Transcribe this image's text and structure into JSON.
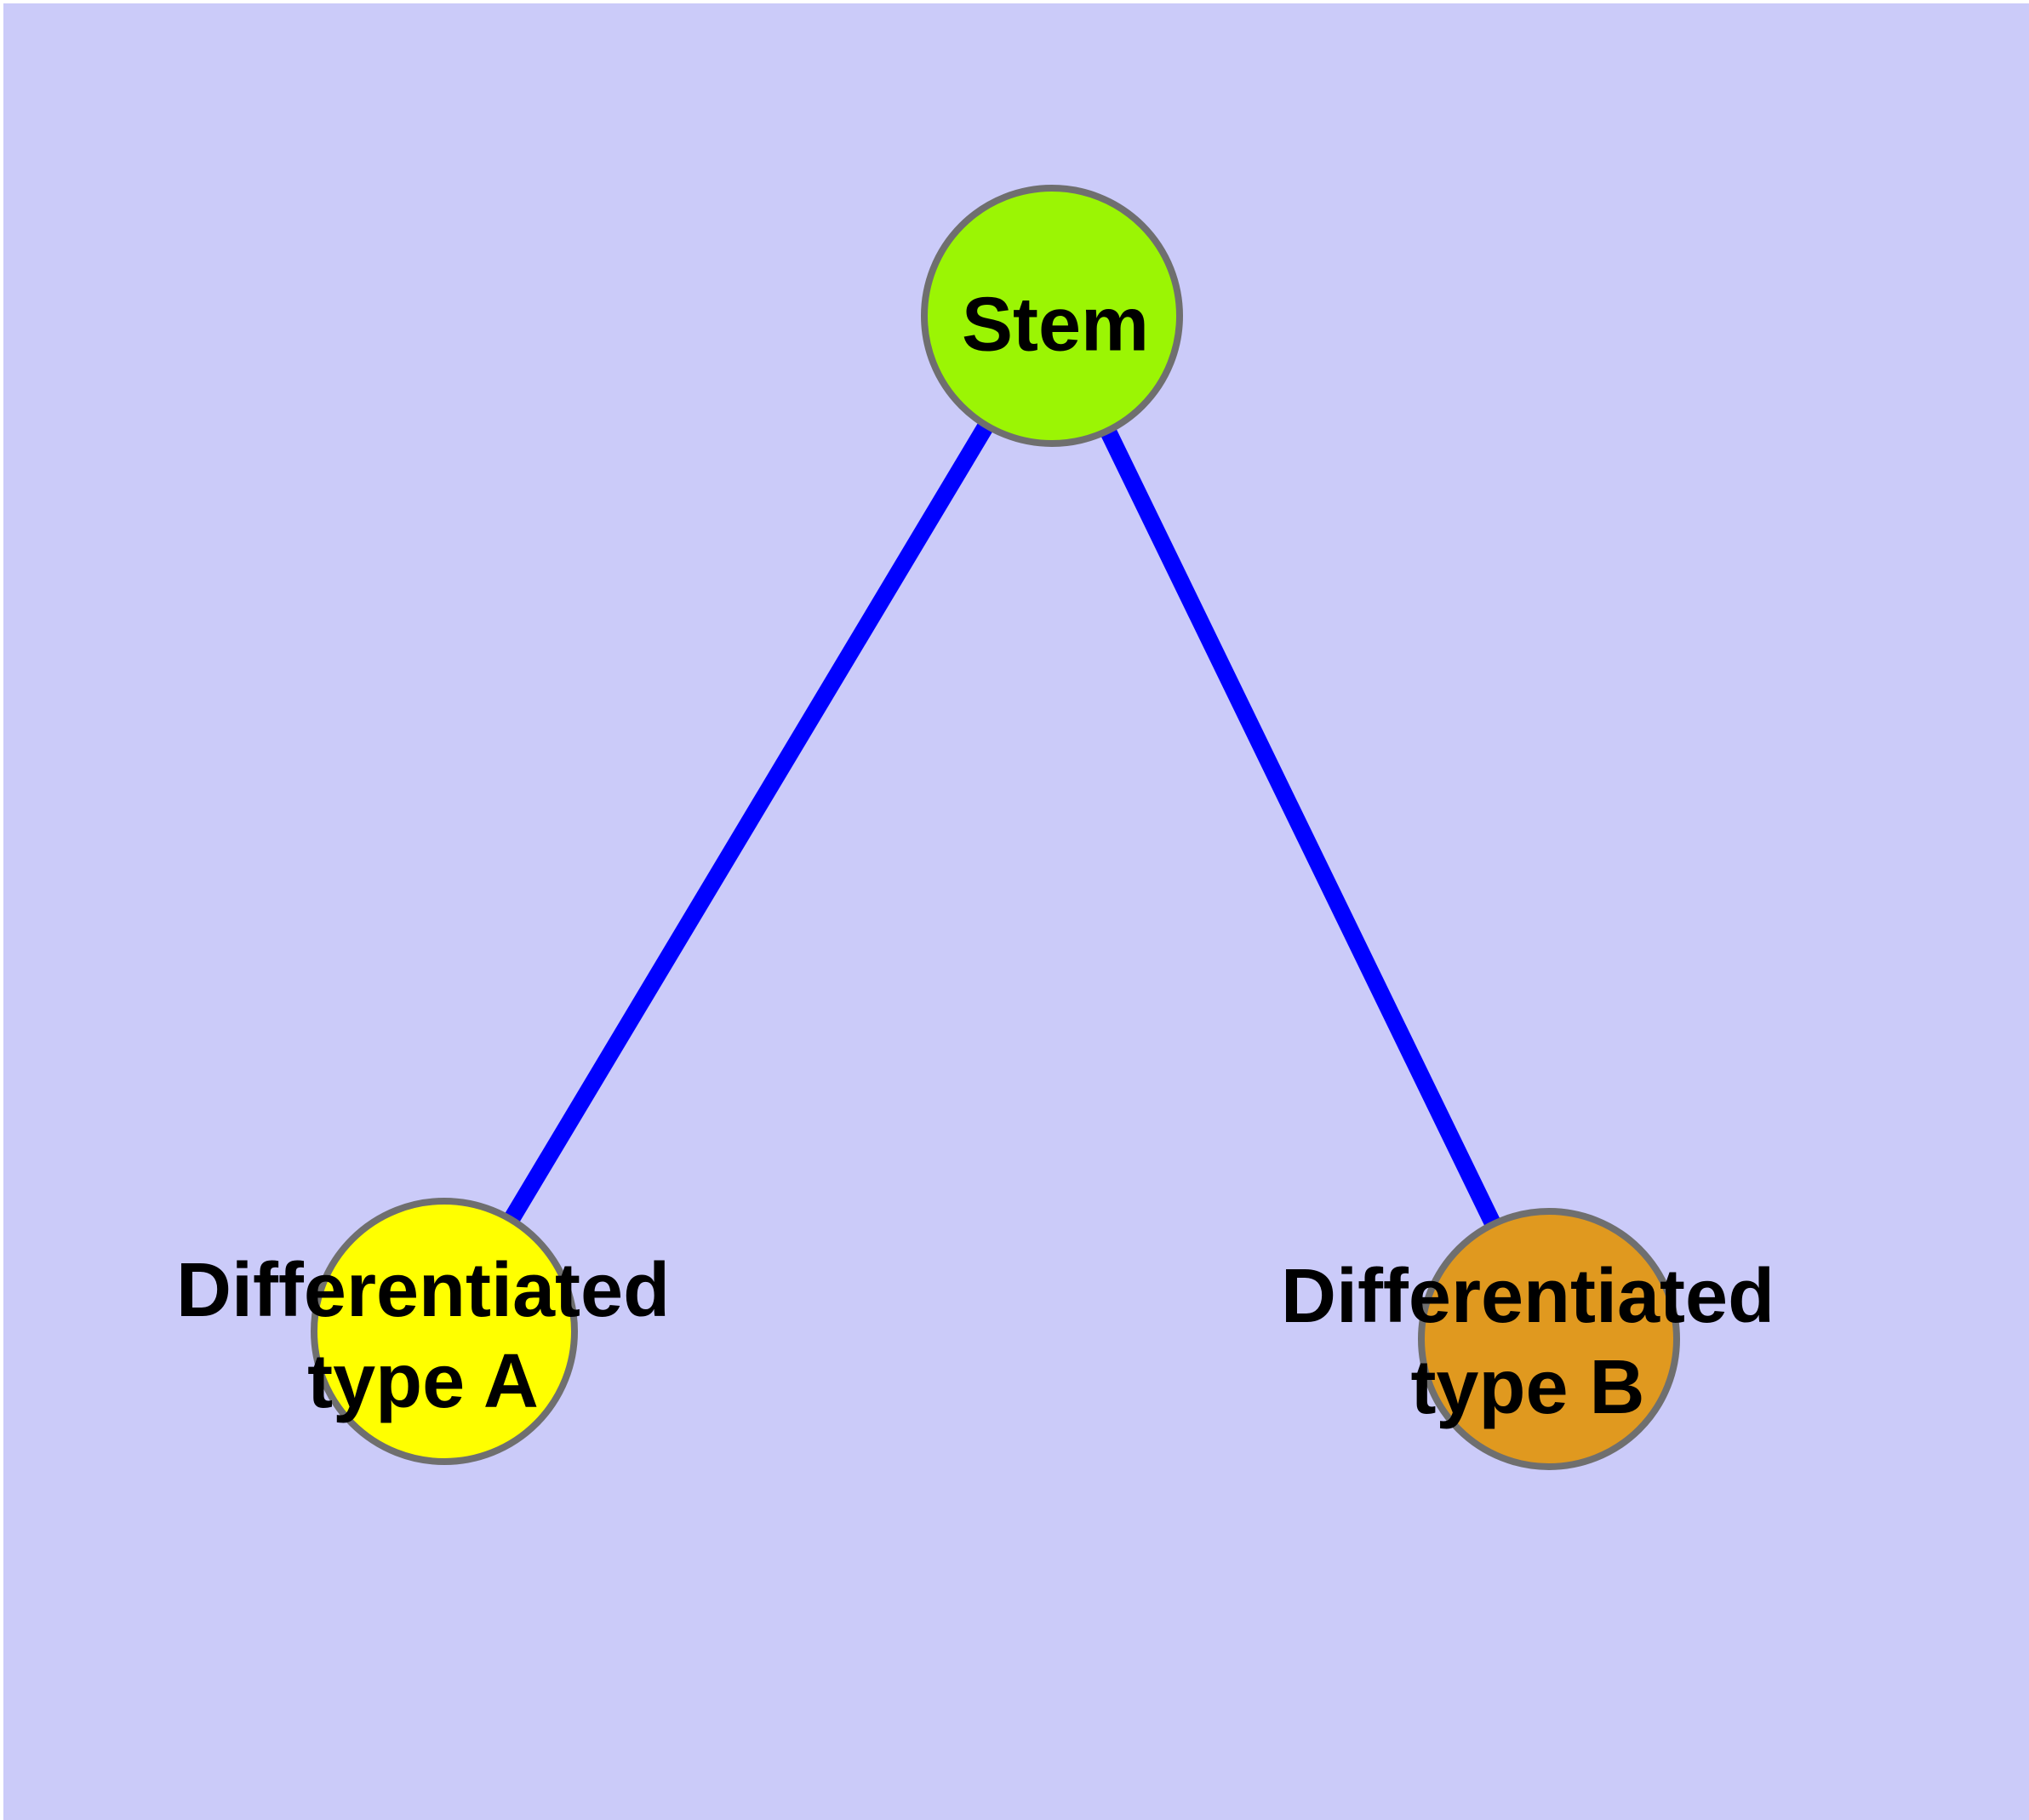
{
  "diagram": {
    "background_color": "#CBCBF9",
    "node_border_color": "#6F6F6F",
    "edge_color": "#0000FF",
    "text_color": "#000000",
    "nodes": [
      {
        "id": "stem",
        "label": "Stem",
        "fill": "#9BF504"
      },
      {
        "id": "differentiated-type-a",
        "label": "Differentiated\ntype A",
        "fill": "#FFFF00"
      },
      {
        "id": "differentiated-type-b",
        "label": "Differentiated\ntype B",
        "fill": "#E0991F"
      }
    ],
    "edges": [
      {
        "from": "stem",
        "to": "differentiated-type-a"
      },
      {
        "from": "stem",
        "to": "differentiated-type-b"
      }
    ]
  }
}
